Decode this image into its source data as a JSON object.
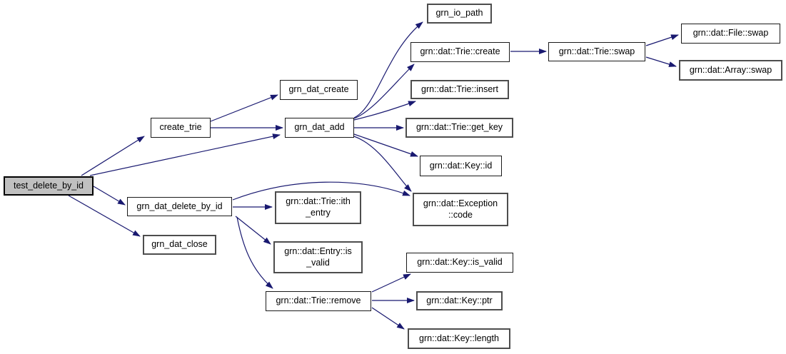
{
  "diagram": {
    "kind": "call-graph",
    "colors": {
      "background": "#ffffff",
      "edge": "#191970",
      "node_fill": "#ffffff",
      "node_border": "#1a1a1a",
      "node_border_thick": "#4d4d4d",
      "focus_fill": "#c0c0c0",
      "text": "#000000"
    },
    "nodes": [
      {
        "id": "test_delete_by_id",
        "label": "test_delete_by_id"
      },
      {
        "id": "create_trie",
        "label": "create_trie"
      },
      {
        "id": "grn_dat_create",
        "label": "grn_dat_create"
      },
      {
        "id": "grn_dat_add",
        "label": "grn_dat_add"
      },
      {
        "id": "grn_dat_close",
        "label": "grn_dat_close"
      },
      {
        "id": "grn_dat_delete_by_id",
        "label": "grn_dat_delete_by_id"
      },
      {
        "id": "grn_io_path",
        "label": "grn_io_path"
      },
      {
        "id": "trie_create",
        "label": "grn::dat::Trie::create"
      },
      {
        "id": "trie_swap",
        "label": "grn::dat::Trie::swap"
      },
      {
        "id": "file_swap",
        "label": "grn::dat::File::swap"
      },
      {
        "id": "array_swap",
        "label": "grn::dat::Array::swap"
      },
      {
        "id": "trie_insert",
        "label": "grn::dat::Trie::insert"
      },
      {
        "id": "trie_get_key",
        "label": "grn::dat::Trie::get_key"
      },
      {
        "id": "key_id",
        "label": "grn::dat::Key::id"
      },
      {
        "id": "exception_code",
        "label": "grn::dat::Exception\n::code"
      },
      {
        "id": "trie_ith_entry",
        "label": "grn::dat::Trie::ith\n_entry"
      },
      {
        "id": "entry_is_valid",
        "label": "grn::dat::Entry::is\n_valid"
      },
      {
        "id": "trie_remove",
        "label": "grn::dat::Trie::remove"
      },
      {
        "id": "key_is_valid",
        "label": "grn::dat::Key::is_valid"
      },
      {
        "id": "key_ptr",
        "label": "grn::dat::Key::ptr"
      },
      {
        "id": "key_length",
        "label": "grn::dat::Key::length"
      }
    ],
    "edges": [
      {
        "from": "test_delete_by_id",
        "to": "create_trie"
      },
      {
        "from": "test_delete_by_id",
        "to": "grn_dat_add"
      },
      {
        "from": "test_delete_by_id",
        "to": "grn_dat_delete_by_id"
      },
      {
        "from": "test_delete_by_id",
        "to": "grn_dat_close"
      },
      {
        "from": "create_trie",
        "to": "grn_dat_create"
      },
      {
        "from": "create_trie",
        "to": "grn_dat_add"
      },
      {
        "from": "grn_dat_add",
        "to": "grn_io_path"
      },
      {
        "from": "grn_dat_add",
        "to": "trie_create"
      },
      {
        "from": "grn_dat_add",
        "to": "trie_insert"
      },
      {
        "from": "grn_dat_add",
        "to": "trie_get_key"
      },
      {
        "from": "grn_dat_add",
        "to": "key_id"
      },
      {
        "from": "grn_dat_add",
        "to": "exception_code"
      },
      {
        "from": "trie_create",
        "to": "trie_swap"
      },
      {
        "from": "trie_swap",
        "to": "file_swap"
      },
      {
        "from": "trie_swap",
        "to": "array_swap"
      },
      {
        "from": "grn_dat_delete_by_id",
        "to": "trie_ith_entry"
      },
      {
        "from": "grn_dat_delete_by_id",
        "to": "entry_is_valid"
      },
      {
        "from": "grn_dat_delete_by_id",
        "to": "trie_remove"
      },
      {
        "from": "grn_dat_delete_by_id",
        "to": "exception_code"
      },
      {
        "from": "trie_remove",
        "to": "key_is_valid"
      },
      {
        "from": "trie_remove",
        "to": "key_ptr"
      },
      {
        "from": "trie_remove",
        "to": "key_length"
      }
    ]
  }
}
